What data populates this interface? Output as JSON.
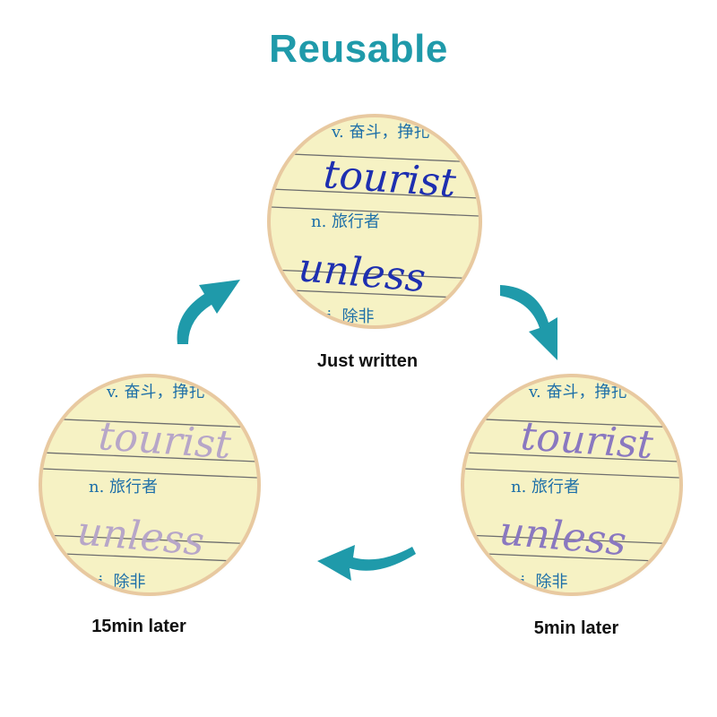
{
  "title": "Reusable",
  "captions": {
    "top": "Just written",
    "left": "15min later",
    "right": "5min later"
  },
  "notebook": {
    "line1": "v. 奋斗，挣扎",
    "word1": "tourist",
    "line2": "n. 旅行者",
    "word2": "unless",
    "line3": "conj. 除非"
  },
  "ink_colors": {
    "just_written": "#1e2fb0",
    "five_min": "#8a78c0",
    "fifteen_min": "#b7a6c8"
  },
  "accent_color": "#1f9aaa"
}
